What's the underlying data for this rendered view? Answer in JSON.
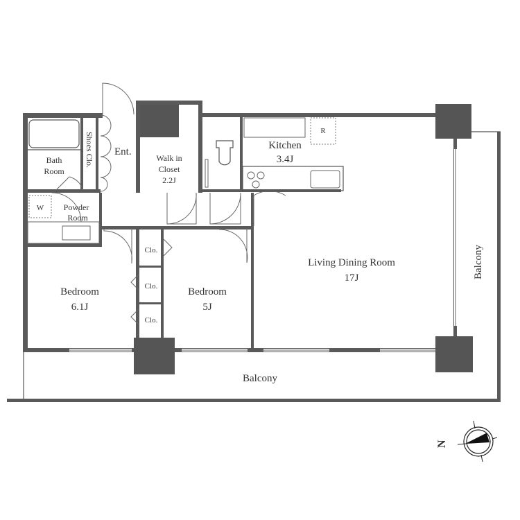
{
  "rooms": {
    "bath": [
      "Bath",
      "Room"
    ],
    "shoes_closet": "Shoes Clo.",
    "entrance": "Ent.",
    "walk_in_closet": [
      "Walk in",
      "Closet",
      "2.2J"
    ],
    "kitchen": [
      "Kitchen",
      "3.4J"
    ],
    "powder": [
      "Powder",
      "Room"
    ],
    "washer": "W",
    "refrigerator": "R",
    "bedroom1": [
      "Bedroom",
      "6.1J"
    ],
    "bedroom2": [
      "Bedroom",
      "5J"
    ],
    "closets": [
      "Clo.",
      "Clo.",
      "Clo."
    ],
    "ldr": [
      "Living Dining Room",
      "17J"
    ],
    "balcony_south": "Balcony",
    "balcony_east": "Balcony"
  },
  "compass": {
    "north_label": "N"
  },
  "colors": {
    "wall": "#5a5a5a",
    "column": "#555555"
  }
}
